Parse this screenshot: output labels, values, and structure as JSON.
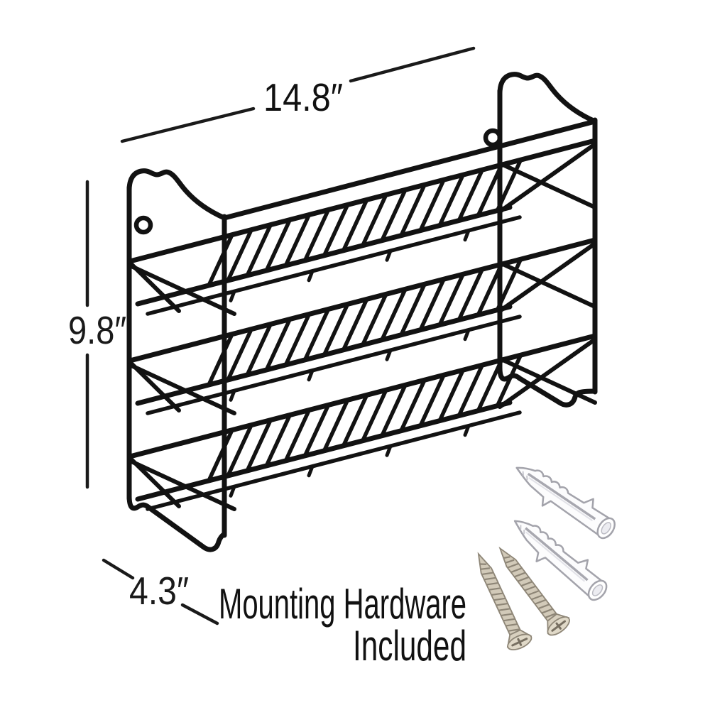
{
  "diagram": {
    "dimensions": {
      "width": "14.8″",
      "height": "9.8″",
      "depth": "4.3″"
    },
    "caption": {
      "line1": "Mounting Hardware",
      "line2": "Included"
    },
    "hardware": {
      "wall_anchors": 2,
      "screws": 2
    },
    "colors": {
      "rack": "#121212",
      "dimension": "#1a1a1a",
      "caption": "#111111",
      "anchor_fill": "#fcfcfd",
      "anchor_outline": "#a3a3ab",
      "screw_fill": "#d2cab9",
      "screw_outline": "#8e8677",
      "background": "#ffffff"
    }
  }
}
